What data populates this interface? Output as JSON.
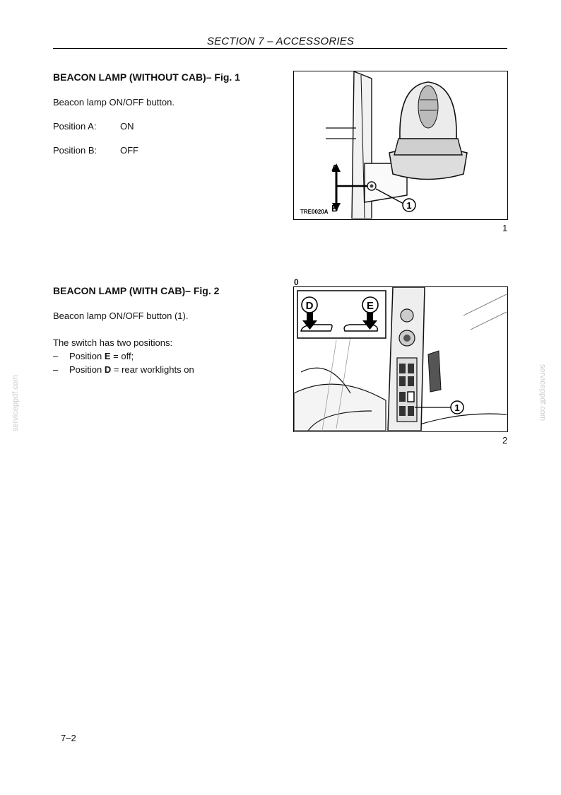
{
  "header": {
    "title": "SECTION 7  – ACCESSORIES"
  },
  "section1": {
    "heading": "BEACON LAMP (WITHOUT CAB)– Fig. 1",
    "intro": "Beacon lamp ON/OFF button.",
    "positions": [
      {
        "label": "Position A:",
        "value": "ON"
      },
      {
        "label": "Position B:",
        "value": "OFF"
      }
    ],
    "figure": {
      "number": "1",
      "code": "TRE0020A",
      "label_a": "A",
      "label_b": "B",
      "callout": "1"
    }
  },
  "section2": {
    "heading": "BEACON LAMP (WITH CAB)– Fig. 2",
    "intro": "Beacon lamp ON/OFF button (1).",
    "switch_intro": "The switch has two positions:",
    "items": [
      {
        "dash": "–",
        "prefix": "Position ",
        "key": "E",
        "suffix": " = off;"
      },
      {
        "dash": "–",
        "prefix": "Position ",
        "key": "D",
        "suffix": " = rear worklights on"
      }
    ],
    "figure": {
      "number": "2",
      "corner_mark": "0",
      "label_d": "D",
      "label_e": "E",
      "callout": "1"
    }
  },
  "footer": {
    "page": "7–2"
  },
  "watermark": "serviceppdf.com"
}
